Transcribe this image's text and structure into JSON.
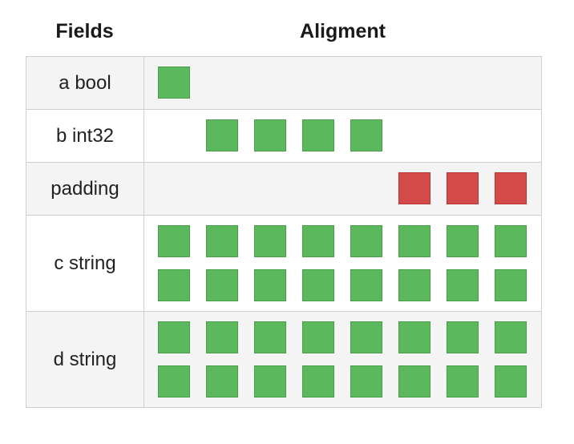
{
  "headers": {
    "fields": "Fields",
    "alignment": "Aligment"
  },
  "colors": {
    "data": "#5cb85c",
    "padding": "#d44a48"
  },
  "rows": [
    {
      "label": "a bool",
      "byte_rows": [
        [
          1,
          0,
          0,
          0,
          0,
          0,
          0,
          0
        ]
      ]
    },
    {
      "label": "b int32",
      "byte_rows": [
        [
          0,
          1,
          1,
          1,
          1,
          0,
          0,
          0
        ]
      ]
    },
    {
      "label": "padding",
      "byte_rows": [
        [
          0,
          0,
          0,
          0,
          0,
          2,
          2,
          2
        ]
      ]
    },
    {
      "label": "c string",
      "byte_rows": [
        [
          1,
          1,
          1,
          1,
          1,
          1,
          1,
          1
        ],
        [
          1,
          1,
          1,
          1,
          1,
          1,
          1,
          1
        ]
      ]
    },
    {
      "label": "d string",
      "byte_rows": [
        [
          1,
          1,
          1,
          1,
          1,
          1,
          1,
          1
        ],
        [
          1,
          1,
          1,
          1,
          1,
          1,
          1,
          1
        ]
      ]
    }
  ]
}
